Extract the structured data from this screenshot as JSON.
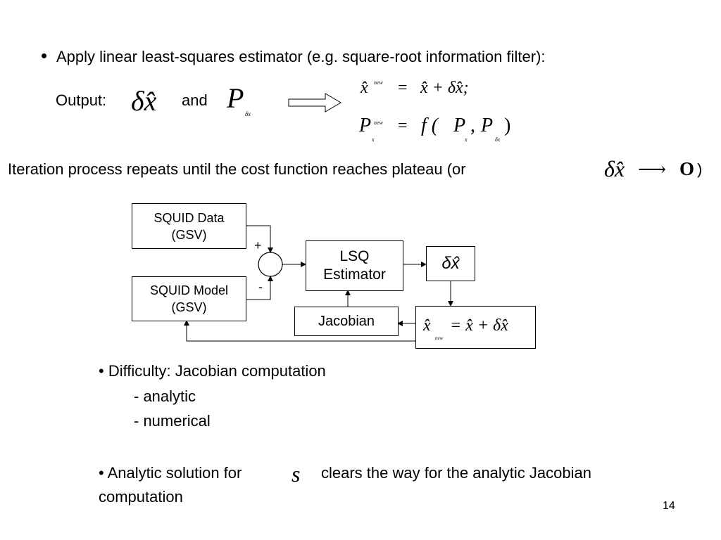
{
  "slide": {
    "bullet1": {
      "glyph": "•",
      "text": "Apply linear least-squares estimator (e.g. square-root information filter):"
    },
    "output": {
      "label": "Output:",
      "and": "and",
      "delta_x_hat": "δx̂",
      "cov_symbol": "P",
      "cov_subscript": "δx"
    },
    "equations": {
      "eq1": {
        "lhs": "x̂",
        "lhs_sup": "new",
        "equals": "=",
        "rhs": "x̂ + δx̂;"
      },
      "eq2": {
        "lhs": "P",
        "lhs_sub": "x",
        "lhs_sup": "new",
        "equals": "=",
        "f_open": "f (",
        "p1": "P",
        "p1_sub": "x",
        "comma": ",",
        "p2": "P",
        "p2_sub": "δx",
        "close": ")"
      }
    },
    "iteration": {
      "text": "Iteration process repeats until the cost function reaches plateau (or",
      "delta_x_hat": "δx̂",
      "arrow": "⟶",
      "zero": "O",
      "close": ")"
    },
    "diagram": {
      "squid_data": "SQUID Data\n(GSV)",
      "squid_model": "SQUID Model\n(GSV)",
      "plus": "+",
      "minus": "-",
      "lsq": "LSQ\nEstimator",
      "delta_box": "δx̂",
      "jacobian": "Jacobian",
      "update": {
        "lhs": "x̂",
        "lhs_sub": "new",
        "rhs": "= x̂ + δx̂"
      }
    },
    "bullet2": {
      "text": "• Difficulty: Jacobian computation",
      "sub1": "- analytic",
      "sub2": "- numerical"
    },
    "bullet3": {
      "pre": "• Analytic solution for",
      "symbol": "s",
      "post": "clears the way for the analytic Jacobian",
      "line2": "computation"
    },
    "page_number": "14"
  }
}
